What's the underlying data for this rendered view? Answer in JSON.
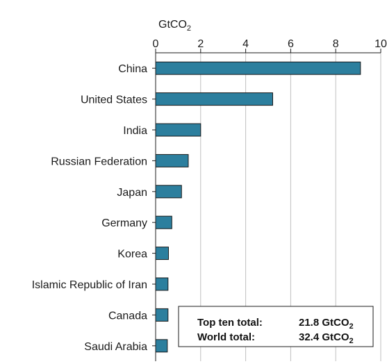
{
  "colors": {
    "bar_fill": "#2c7f9e",
    "bar_stroke": "#1a1a1a",
    "grid": "#bfbfbf",
    "axis": "#1a1a1a"
  },
  "chart_data": {
    "type": "bar",
    "orientation": "horizontal",
    "title": "",
    "xlabel": "",
    "ylabel": "",
    "unit": {
      "base": "GtCO",
      "sub": "2"
    },
    "xlim": [
      0,
      10
    ],
    "xticks": [
      0,
      2,
      4,
      6,
      8,
      10
    ],
    "tick_labels": [
      "0",
      "2",
      "4",
      "6",
      "8",
      "10"
    ],
    "grid": true,
    "categories": [
      "China",
      "United States",
      "India",
      "Russian Federation",
      "Japan",
      "Germany",
      "Korea",
      "Islamic Republic of Iran",
      "Canada",
      "Saudi Arabia"
    ],
    "values": [
      9.1,
      5.2,
      2.0,
      1.45,
      1.15,
      0.72,
      0.57,
      0.55,
      0.55,
      0.52
    ],
    "annotation": {
      "placement": "bottom-right",
      "rows": [
        {
          "label": "Top ten total:",
          "value": "21.8 GtCO",
          "sub": "2"
        },
        {
          "label": "World total:",
          "value": "32.4 GtCO",
          "sub": "2"
        }
      ]
    }
  }
}
